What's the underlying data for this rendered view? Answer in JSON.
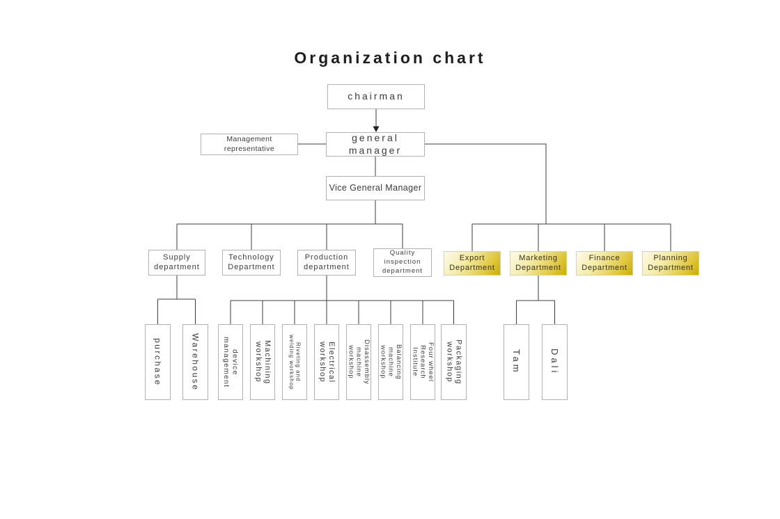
{
  "title": "Organization chart",
  "nodes": {
    "chairman": {
      "label": "chairman"
    },
    "management_representative": {
      "label": "Management representative"
    },
    "general_manager": {
      "label": "general manager"
    },
    "vice_general_manager": {
      "label": "Vice General Manager"
    },
    "supply": {
      "label": "Supply\ndepartment"
    },
    "technology": {
      "label": "Technology\nDepartment"
    },
    "production": {
      "label": "Production\ndepartment"
    },
    "quality": {
      "label": "Quality\ninspection\ndepartment"
    },
    "export": {
      "label": "Export\nDepartment"
    },
    "marketing": {
      "label": "Marketing\nDepartment"
    },
    "finance": {
      "label": "Finance\nDepartment"
    },
    "planning": {
      "label": "Planning\nDepartment"
    },
    "purchase": {
      "label": "purchase"
    },
    "warehouse": {
      "label": "Warehouse"
    },
    "device_management": {
      "label": "device\nmanagement"
    },
    "machining_workshop": {
      "label": "Machining\nworkshop"
    },
    "riveting_welding_workshop": {
      "label": "Riveting and\nwelding workshop"
    },
    "electrical_workshop": {
      "label": "Electrical\nworkshop"
    },
    "disassembly_machine_workshop": {
      "label": "Disassembly\nmachine\nworkshop"
    },
    "balancing_machine_workshop": {
      "label": "Balancing\nmachine\nworkshop"
    },
    "four_wheel_research_institute": {
      "label": "Four wheel\nResearch\nInstitute"
    },
    "packaging_workshop": {
      "label": "Packaging\nworkshop"
    },
    "tam": {
      "label": "Tam"
    },
    "dali": {
      "label": "Dali"
    }
  },
  "hierarchy": {
    "edges": [
      [
        "chairman",
        "general_manager"
      ],
      [
        "general_manager",
        "management_representative"
      ],
      [
        "general_manager",
        "vice_general_manager"
      ],
      [
        "vice_general_manager",
        "supply"
      ],
      [
        "vice_general_manager",
        "technology"
      ],
      [
        "vice_general_manager",
        "production"
      ],
      [
        "vice_general_manager",
        "quality"
      ],
      [
        "general_manager",
        "export"
      ],
      [
        "general_manager",
        "marketing"
      ],
      [
        "general_manager",
        "finance"
      ],
      [
        "general_manager",
        "planning"
      ],
      [
        "supply",
        "purchase"
      ],
      [
        "supply",
        "warehouse"
      ],
      [
        "production",
        "device_management"
      ],
      [
        "production",
        "machining_workshop"
      ],
      [
        "production",
        "riveting_welding_workshop"
      ],
      [
        "production",
        "electrical_workshop"
      ],
      [
        "production",
        "disassembly_machine_workshop"
      ],
      [
        "production",
        "balancing_machine_workshop"
      ],
      [
        "production",
        "four_wheel_research_institute"
      ],
      [
        "production",
        "packaging_workshop"
      ],
      [
        "marketing",
        "tam"
      ],
      [
        "marketing",
        "dali"
      ]
    ]
  },
  "colors": {
    "line": "#3d3d3d",
    "box_border": "#b2b2b2",
    "highlight_gradient_start": "#fdfbe9",
    "highlight_gradient_end": "#c9ad05",
    "text": "#3a3a3a"
  }
}
